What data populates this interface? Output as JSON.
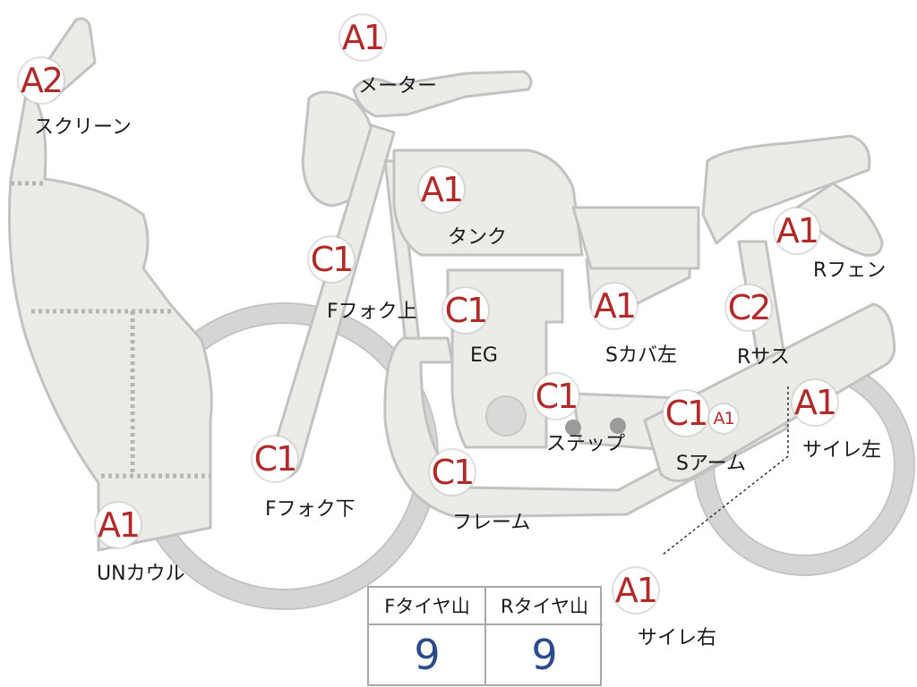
{
  "parts": [
    {
      "id": "screen",
      "grade": "A2",
      "label": "スクリーン"
    },
    {
      "id": "meter",
      "grade": "A1",
      "label": "メーター"
    },
    {
      "id": "tank",
      "grade": "A1",
      "label": "タンク"
    },
    {
      "id": "fork-upper",
      "grade": "C1",
      "label": "Fフォク上"
    },
    {
      "id": "engine",
      "grade": "C1",
      "label": "EG"
    },
    {
      "id": "side-cover-left",
      "grade": "A1",
      "label": "Sカバ左"
    },
    {
      "id": "rear-fender",
      "grade": "A1",
      "label": "Rフェン"
    },
    {
      "id": "rear-suspension",
      "grade": "C2",
      "label": "Rサス"
    },
    {
      "id": "step",
      "grade": "C1",
      "label": "ステップ"
    },
    {
      "id": "swing-arm",
      "grade": "C1",
      "label": "Sアーム"
    },
    {
      "id": "swing-arm-extra",
      "grade": "A1",
      "label": ""
    },
    {
      "id": "muffler-left",
      "grade": "A1",
      "label": "サイレ左"
    },
    {
      "id": "fork-lower",
      "grade": "C1",
      "label": "Fフォク下"
    },
    {
      "id": "frame",
      "grade": "C1",
      "label": "フレーム"
    },
    {
      "id": "under-cowl",
      "grade": "A1",
      "label": "UNカウル"
    },
    {
      "id": "muffler-right",
      "grade": "A1",
      "label": "サイレ右"
    }
  ],
  "tire_tread": {
    "front_label": "Fタイヤ山",
    "rear_label": "Rタイヤ山",
    "front_value": "9",
    "rear_value": "9"
  }
}
